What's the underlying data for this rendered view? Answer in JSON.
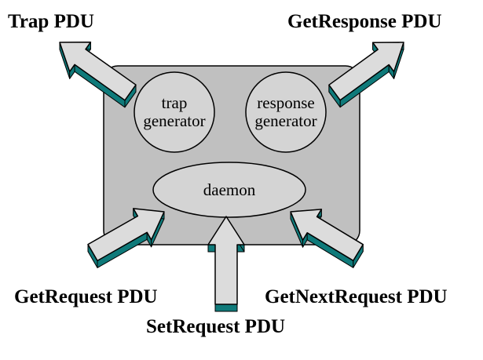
{
  "colors": {
    "agent_box": "#c0c0c0",
    "node_fill": "#d4d4d4",
    "arrow_face": "#dcdcdc",
    "arrow_side": "#0f7a7a",
    "outline": "#000000"
  },
  "components": {
    "trap_generator": {
      "line1": "trap",
      "line2": "generator"
    },
    "response_generator": {
      "line1": "response",
      "line2": "generator"
    },
    "daemon": {
      "label": "daemon"
    }
  },
  "messages": {
    "trap": {
      "label": "Trap PDU",
      "direction": "outgoing"
    },
    "get_response": {
      "label": "GetResponse PDU",
      "direction": "outgoing"
    },
    "get_request": {
      "label": "GetRequest PDU",
      "direction": "incoming"
    },
    "set_request": {
      "label": "SetRequest PDU",
      "direction": "incoming"
    },
    "get_next_request": {
      "label": "GetNextRequest PDU",
      "direction": "incoming"
    }
  }
}
